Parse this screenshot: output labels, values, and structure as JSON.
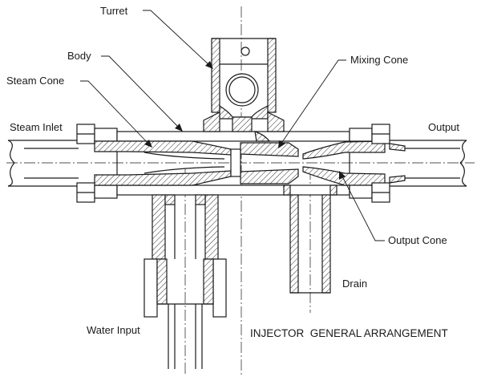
{
  "labels": {
    "turret": "Turret",
    "body": "Body",
    "mixing_cone": "Mixing Cone",
    "steam_cone": "Steam Cone",
    "steam_inlet": "Steam Inlet",
    "output": "Output",
    "output_cone": "Output Cone",
    "drain": "Drain",
    "water_input": "Water Input"
  },
  "caption": "INJECTOR  GENERAL ARRANGEMENT"
}
